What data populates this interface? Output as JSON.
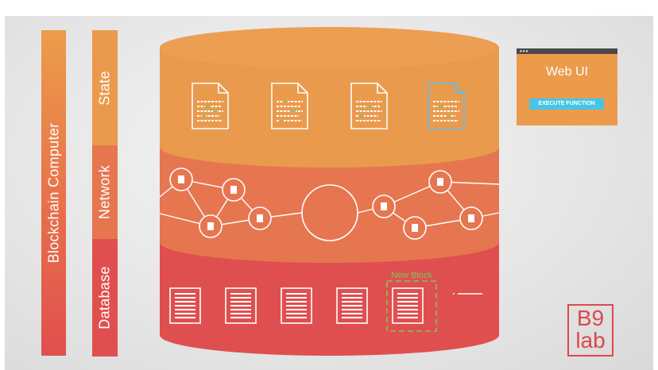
{
  "vertical_bars": {
    "outer_label": "Blockchain Computer",
    "layers": [
      "State",
      "Network",
      "Database"
    ]
  },
  "web_ui": {
    "dots": "•••",
    "title": "Web UI",
    "button_label": "EXECUTE FUNCTION"
  },
  "database": {
    "new_block_label": "New Block"
  },
  "logo": {
    "line1": "B9",
    "line2": "lab"
  },
  "colors": {
    "state": "#ea9a4d",
    "network": "#e67650",
    "database": "#e04f4f",
    "button": "#45c6e8",
    "new_block_outline": "#78c85a",
    "highlight_document": "#6fb8d8"
  }
}
